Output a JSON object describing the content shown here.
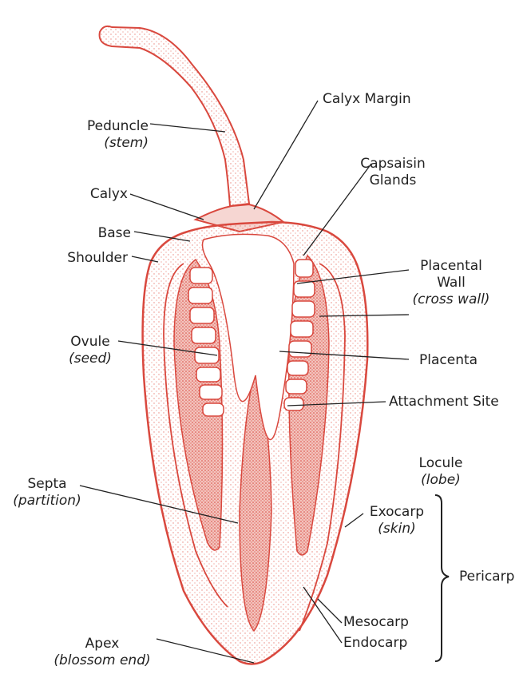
{
  "colors": {
    "outline": "#d9483e",
    "flesh_stipple": "#e9837a",
    "locule_fill": "#f4c9c4",
    "leader_line": "#222222",
    "text": "#222222"
  },
  "labels": {
    "peduncle": {
      "main": "Peduncle",
      "sub": "(stem)"
    },
    "calyx_margin": {
      "main": "Calyx Margin"
    },
    "capsaisin_glands": {
      "main": "Capsaisin",
      "sub": "Glands"
    },
    "calyx": {
      "main": "Calyx"
    },
    "base": {
      "main": "Base"
    },
    "shoulder": {
      "main": "Shoulder"
    },
    "placental_wall": {
      "main": "Placental",
      "sub": "Wall",
      "sub2": "(cross wall)"
    },
    "ovule": {
      "main": "Ovule",
      "sub": "(seed)"
    },
    "placenta": {
      "main": "Placenta"
    },
    "attachment_site": {
      "main": "Attachment Site"
    },
    "locule": {
      "main": "Locule",
      "sub": "(lobe)"
    },
    "septa": {
      "main": "Septa",
      "sub": "(partition)"
    },
    "exocarp": {
      "main": "Exocarp",
      "sub": "(skin)"
    },
    "pericarp": {
      "main": "Pericarp"
    },
    "mesocarp": {
      "main": "Mesocarp"
    },
    "endocarp": {
      "main": "Endocarp"
    },
    "apex": {
      "main": "Apex",
      "sub": "(blossom end)"
    }
  }
}
